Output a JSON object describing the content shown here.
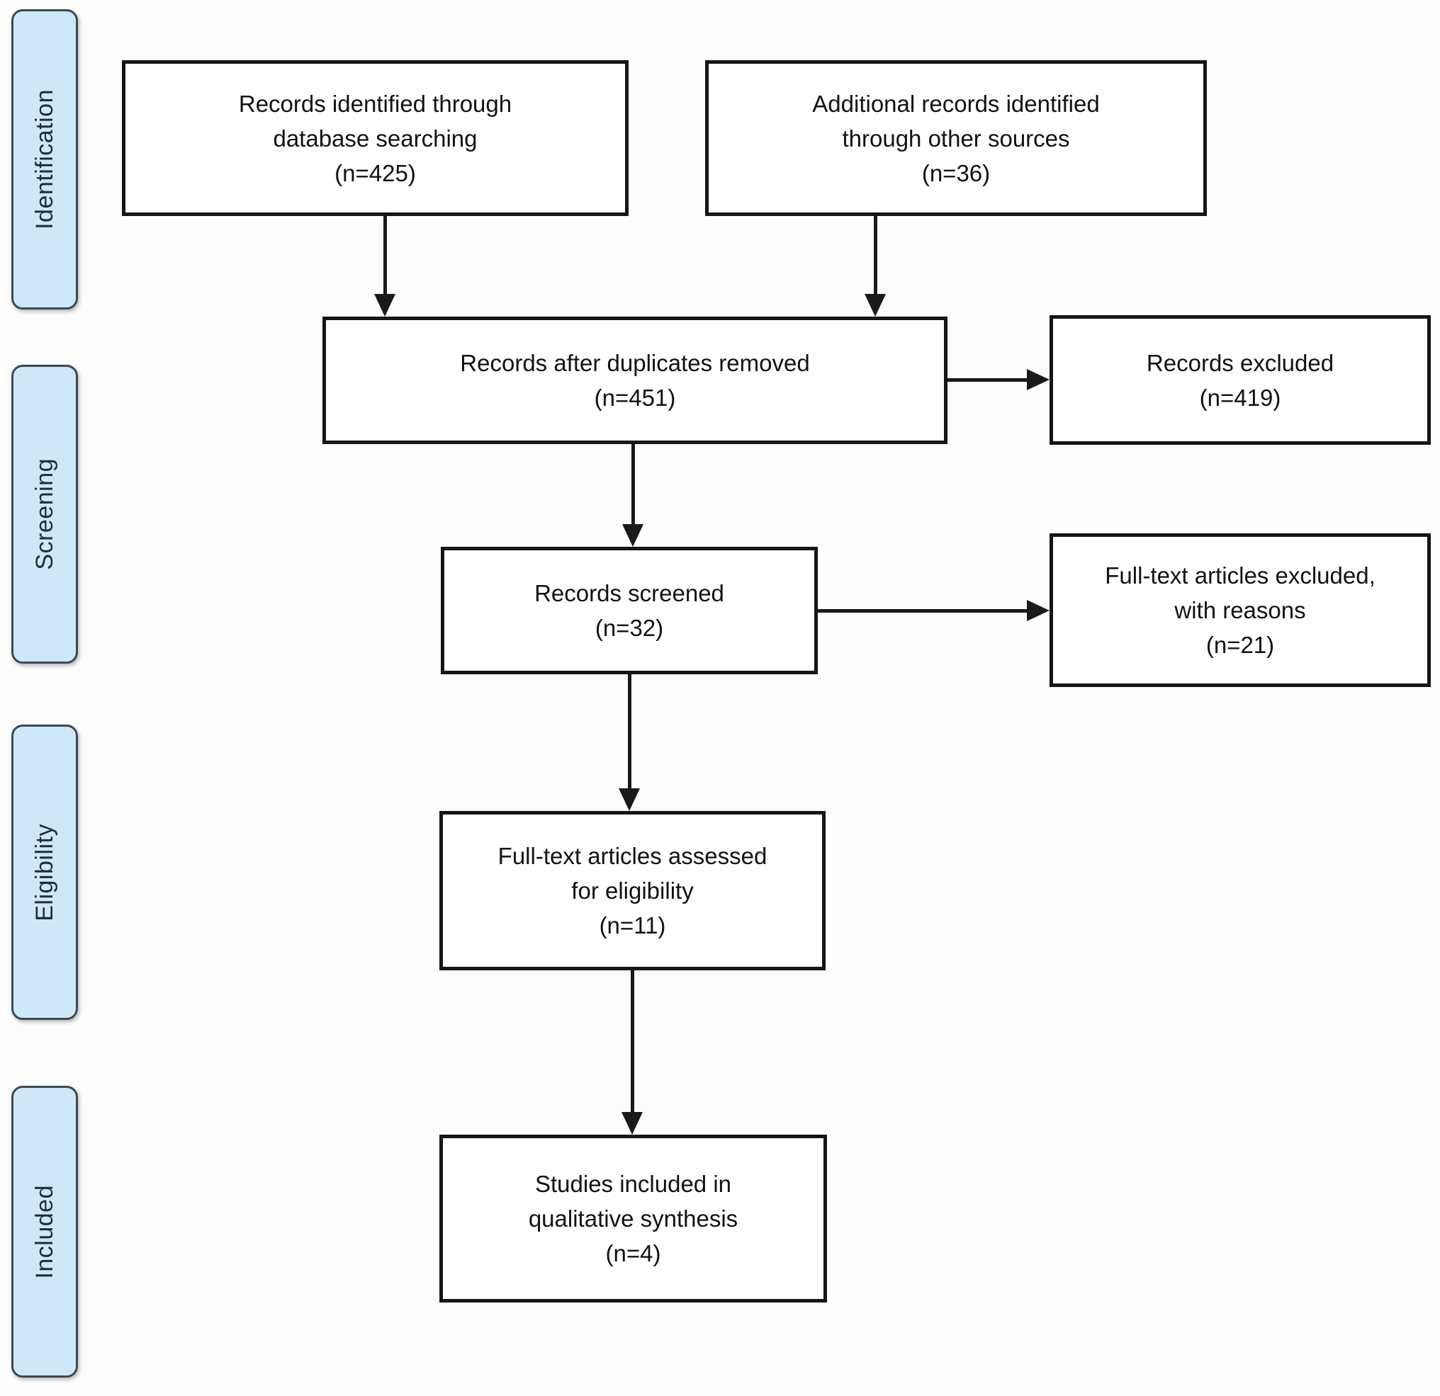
{
  "stages": {
    "identification": "Identification",
    "screening": "Screening",
    "eligibility": "Eligibility",
    "included": "Included"
  },
  "boxes": {
    "records_identified": {
      "line1": "Records identified through",
      "line2": "database searching",
      "count": "(n=425)"
    },
    "additional_records": {
      "line1": "Additional records identified",
      "line2": "through other sources",
      "count": "(n=36)"
    },
    "after_duplicates": {
      "line1": "Records after duplicates removed",
      "count": "(n=451)"
    },
    "records_excluded": {
      "line1": "Records excluded",
      "count": "(n=419)"
    },
    "records_screened": {
      "line1": "Records screened",
      "count": "(n=32)"
    },
    "fulltext_excluded": {
      "line1": "Full-text articles excluded,",
      "line2": "with reasons",
      "count": "(n=21)"
    },
    "fulltext_assessed": {
      "line1": "Full-text articles assessed",
      "line2": "for eligibility",
      "count": "(n=11)"
    },
    "studies_included": {
      "line1": "Studies included in",
      "line2": "qualitative synthesis",
      "count": "(n=4)"
    }
  },
  "colors": {
    "stage_fill": "#cfe8f9",
    "stage_border": "#3d4a55",
    "stage_text": "#1c2e40",
    "box_border": "#161616",
    "box_text": "#121212",
    "line": "#1a1a1a",
    "bg": "#fdfdfd"
  }
}
